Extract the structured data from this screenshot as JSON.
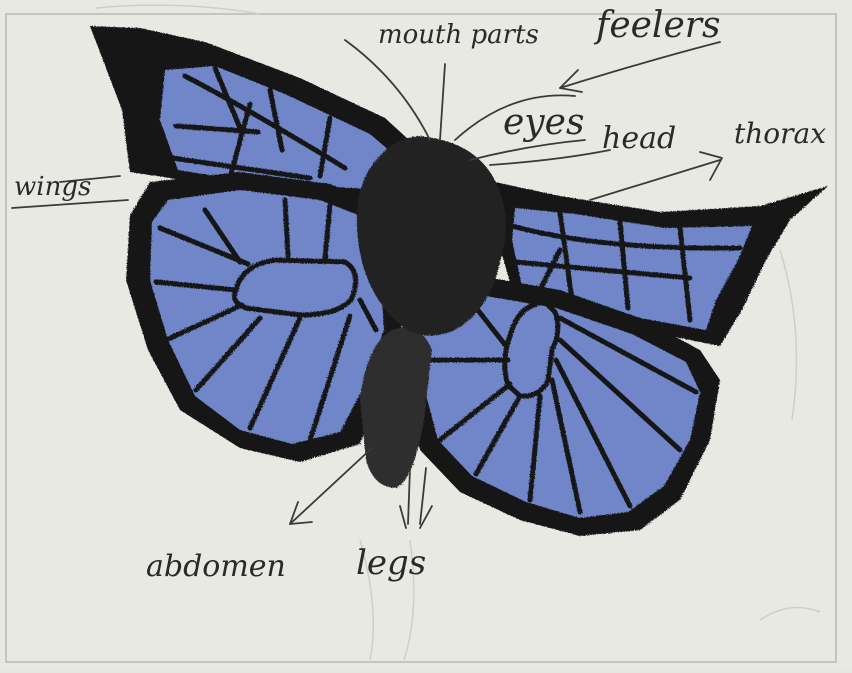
{
  "labels": {
    "mouth_parts": "mouth parts",
    "feelers": "feelers",
    "eyes": "eyes",
    "head": "head",
    "thorax": "thorax",
    "wings": "wings",
    "abdomen": "abdomen",
    "legs": "legs"
  },
  "colors": {
    "paper": "#e9e9e4",
    "wing_blue": "#6f86c8",
    "outline": "#141414",
    "pencil": "#3a3a3a"
  }
}
